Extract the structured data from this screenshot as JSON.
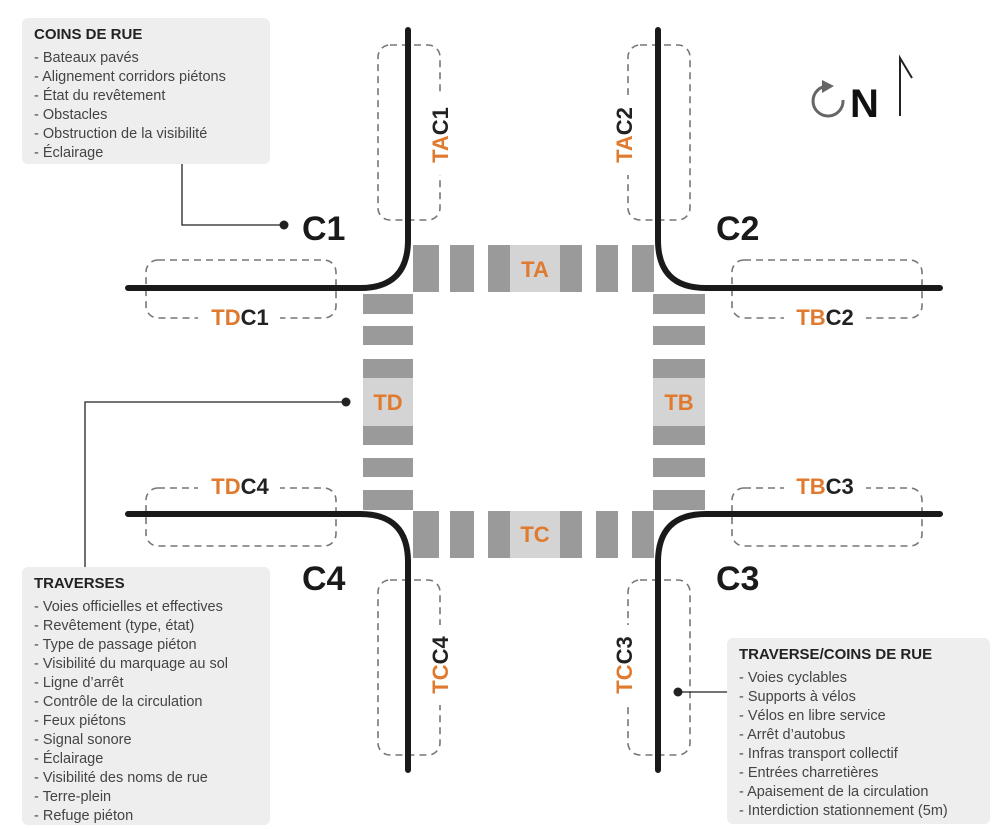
{
  "panels": {
    "coins": {
      "title": "COINS DE RUE",
      "items": [
        "Bateaux pavés",
        "Alignement corridors piétons",
        "État du revêtement",
        "Obstacles",
        "Obstruction de la visibilité",
        "Éclairage"
      ]
    },
    "traverses": {
      "title": "TRAVERSES",
      "items": [
        "Voies officielles et effectives",
        "Revêtement (type, état)",
        "Type de passage piéton",
        "Visibilité du marquage au sol",
        "Ligne d’arrêt",
        "Contrôle de la circulation",
        "Feux piétons",
        "Signal sonore",
        "Éclairage",
        "Visibilité des noms de rue",
        "Terre-plein",
        "Refuge piéton"
      ]
    },
    "mixed": {
      "title": "TRAVERSE/COINS DE RUE",
      "items": [
        "Voies cyclables",
        "Supports à vélos",
        "Vélos en libre service",
        "Arrêt d’autobus",
        "Infras transport collectif",
        "Entrées charretières",
        "Apaisement de la circulation",
        "Interdiction stationnement (5m)"
      ]
    }
  },
  "corners": {
    "c1": "C1",
    "c2": "C2",
    "c3": "C3",
    "c4": "C4"
  },
  "crosswalks": {
    "ta": "TA",
    "tb": "TB",
    "tc": "TC",
    "td": "TD"
  },
  "zones": {
    "tac1": {
      "prefix": "TA",
      "suffix": "C1"
    },
    "tac2": {
      "prefix": "TA",
      "suffix": "C2"
    },
    "tdc1": {
      "prefix": "TD",
      "suffix": "C1"
    },
    "tbc2": {
      "prefix": "TB",
      "suffix": "C2"
    },
    "tdc4": {
      "prefix": "TD",
      "suffix": "C4"
    },
    "tbc3": {
      "prefix": "TB",
      "suffix": "C3"
    },
    "tcc4": {
      "prefix": "TC",
      "suffix": "C4"
    },
    "tcc3": {
      "prefix": "TC",
      "suffix": "C3"
    }
  },
  "compass": {
    "label": "N",
    "icon": "rotate-arrow-icon"
  },
  "colors": {
    "accent_orange": "#e07a2e",
    "curb": "#1a1a1a",
    "stripe": "#9a9a9a",
    "crosswalk_label_bg": "#d4d4d4",
    "panel_bg": "#eeeeee",
    "dashed_zone": "#777777"
  }
}
